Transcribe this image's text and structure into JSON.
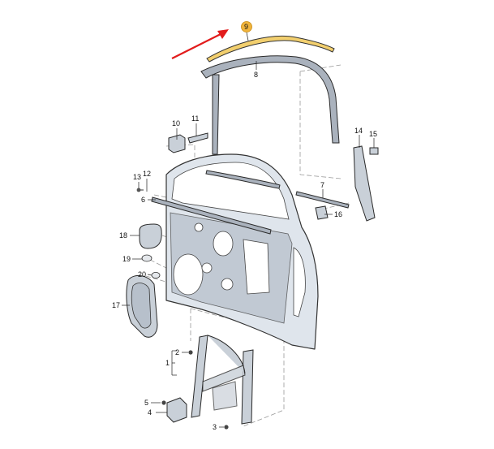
{
  "callouts": {
    "c1": "1",
    "c2": "2",
    "c3": "3",
    "c4": "4",
    "c5": "5",
    "c6": "6",
    "c7": "7",
    "c8": "8",
    "c9": "9",
    "c10": "10",
    "c11": "11",
    "c12": "12",
    "c13": "13",
    "c14": "14",
    "c15": "15",
    "c16": "16",
    "c17": "17",
    "c18": "18",
    "c19": "19",
    "c20": "20"
  },
  "colors": {
    "highlight_part": "#f2cf6e",
    "highlight_badge": "#f0b43c",
    "pointer_arrow": "#e21c1c"
  },
  "icons": {
    "pointer": "red-arrow-icon"
  }
}
